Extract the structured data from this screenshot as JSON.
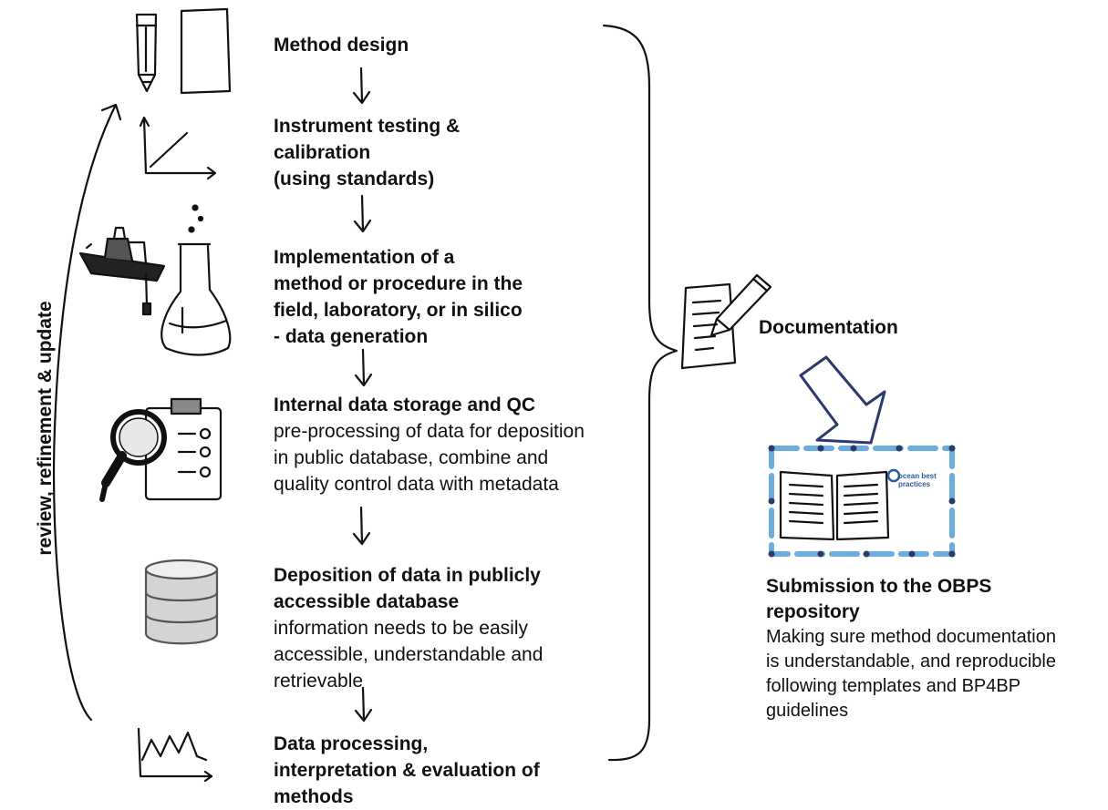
{
  "steps": [
    {
      "title": "Method design",
      "desc": ""
    },
    {
      "title": "Instrument testing &\ncalibration\n(using standards)",
      "desc": ""
    },
    {
      "title": "Implementation of a\nmethod or procedure in the\nfield, laboratory, or in silico\n- data generation",
      "desc": ""
    },
    {
      "title": "Internal data storage and QC",
      "desc": "pre-processing of data for deposition\nin public database, combine and\nquality control data with metadata"
    },
    {
      "title": "Deposition of data in publicly\naccessible database",
      "desc": "information needs to be easily\naccessible, understandable and\nretrievable"
    },
    {
      "title": "Data processing,\ninterpretation & evaluation of\nmethods",
      "desc": ""
    }
  ],
  "cycle_label": "review, refinement & update",
  "documentation_label": "Documentation",
  "obps": {
    "title": "Submission to the OBPS\nrepository",
    "desc": "Making sure method documentation\nis understandable, and reproducible\nfollowing templates and BP4BP\nguidelines",
    "logo_text": "ocean best\npractices"
  },
  "colors": {
    "ink": "#111111",
    "accent_blue": "#6aaedf",
    "dark_blue": "#2b3a6b"
  }
}
